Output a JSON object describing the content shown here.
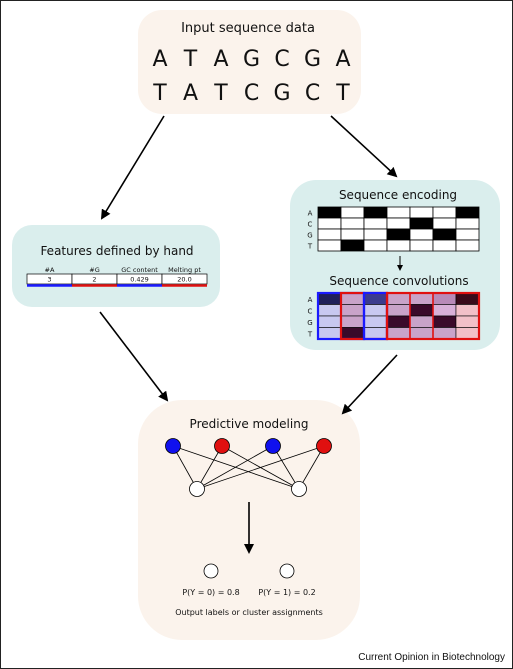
{
  "input": {
    "title": "Input sequence data",
    "seq1": [
      "A",
      "T",
      "A",
      "G",
      "C",
      "G",
      "A"
    ],
    "seq2": [
      "T",
      "A",
      "T",
      "C",
      "G",
      "C",
      "T"
    ]
  },
  "encoding": {
    "title": "Sequence encoding",
    "row_labels": [
      "A",
      "C",
      "G",
      "T"
    ],
    "onehot": [
      [
        1,
        0,
        1,
        0,
        0,
        0,
        1
      ],
      [
        0,
        0,
        0,
        0,
        1,
        0,
        0
      ],
      [
        0,
        0,
        0,
        1,
        0,
        1,
        0
      ],
      [
        0,
        1,
        0,
        0,
        0,
        0,
        0
      ]
    ],
    "arrow_label": ""
  },
  "convolutions": {
    "title": "Sequence convolutions",
    "row_labels": [
      "A",
      "C",
      "G",
      "T"
    ],
    "filter_colors": [
      "#1a1aff",
      "#e01010",
      "#1a1aff",
      "#e01010"
    ],
    "cells": [
      [
        "#1f1f5a",
        "#c9a3c9",
        "#3b3b8e",
        "#c9a3c9",
        "#c9a3c9",
        "#b88ab8",
        "#3a0a1a"
      ],
      [
        "#c8c8f0",
        "#c9a3c9",
        "#c8c8f0",
        "#c9a3c9",
        "#3a0a2a",
        "#d8b0d8",
        "#f2c0c8"
      ],
      [
        "#c8c8f0",
        "#c9a3c9",
        "#c8c8f0",
        "#3a0a2a",
        "#c9a3c9",
        "#3a0a2a",
        "#f2c0c8"
      ],
      [
        "#c8c8f0",
        "#3a0a2a",
        "#c8c8f0",
        "#c9a3c9",
        "#c9a3c9",
        "#c9a3c9",
        "#f2c0c8"
      ]
    ]
  },
  "features": {
    "title": "Features defined by hand",
    "headers": [
      "#A",
      "#G",
      "GC content",
      "Melting pt"
    ],
    "values": [
      "3",
      "2",
      "0.429",
      "20.0"
    ],
    "underline_colors": [
      "#1a1aff",
      "#e01010",
      "#1a1aff",
      "#e01010"
    ]
  },
  "modeling": {
    "title": "Predictive modeling",
    "input_node_colors": [
      "#1010ee",
      "#e01010",
      "#1010ee",
      "#e01010"
    ],
    "output_labels": [
      "P(Y = 0) = 0.8",
      "P(Y = 1) = 0.2"
    ],
    "caption": "Output labels or cluster assignments"
  },
  "footer": "Current Opinion in Biotechnology",
  "colors": {
    "beige_box": "#fbf3ec",
    "teal_box": "#daeeed",
    "blue": "#1a1aff",
    "red": "#e01010"
  }
}
